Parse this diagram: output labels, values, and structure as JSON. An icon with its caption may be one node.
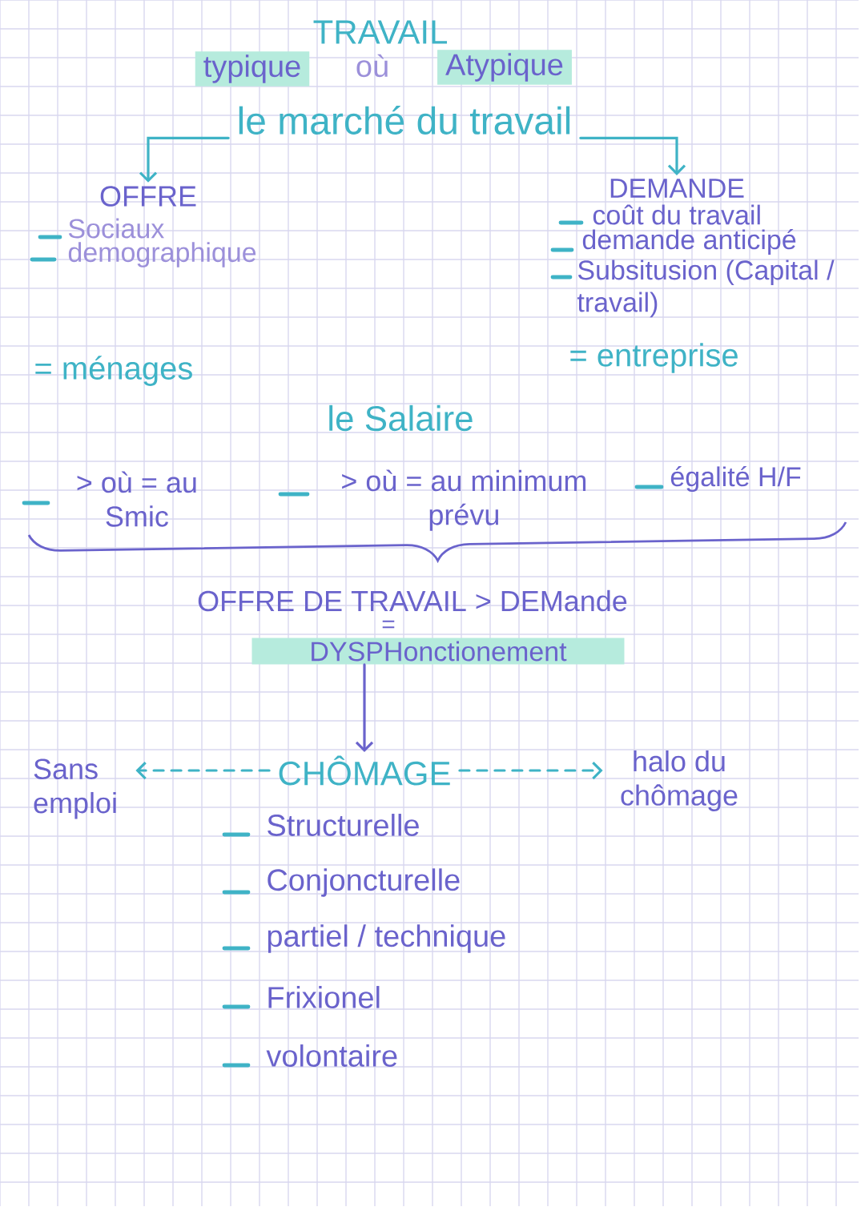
{
  "diagram": {
    "title": "TRAVAIL",
    "nodes": [
      {
        "text": [
          "typique"
        ]
      },
      {
        "text": [
          "Atypique"
        ]
      },
      {
        "text": [
          "le marché du travail"
        ]
      },
      {
        "text": [
          "OFFRE"
        ]
      },
      {
        "text": [
          "DEMANDE"
        ]
      },
      {
        "text": [
          "DYSPHonctionement"
        ]
      },
      {
        "text": [
          "Sans emploi"
        ]
      },
      {
        "text": [
          "CHÔMAGE"
        ]
      },
      {
        "text": [
          "halo du chômage"
        ]
      }
    ],
    "edges": [
      {
        "from": 2,
        "to": 3,
        "arrow": "to"
      },
      {
        "from": 2,
        "to": 4,
        "arrow": "to"
      },
      {
        "from": 5,
        "to": 7,
        "arrow": "to",
        "color": "#6a63cc"
      },
      {
        "from": 7,
        "to": 6,
        "arrow": "to",
        "style": "dashed"
      },
      {
        "from": 7,
        "to": 8,
        "arrow": "to",
        "style": "dashed"
      }
    ],
    "labels": [
      "où",
      "Sociaux",
      "demographique",
      "coût du travail",
      "demande anticipé",
      "Subsitusion (Capital / travail)",
      "= ménages",
      "= entreprise",
      "le Salaire",
      "> où = au Smic",
      "> où = au minimum prévu",
      "égalité H/F",
      "OFFRE DE TRAVAIL > DEMande",
      "=",
      "Structurelle",
      "Conjoncturelle",
      "partiel / technique",
      "Frixionel",
      "volontaire"
    ]
  }
}
